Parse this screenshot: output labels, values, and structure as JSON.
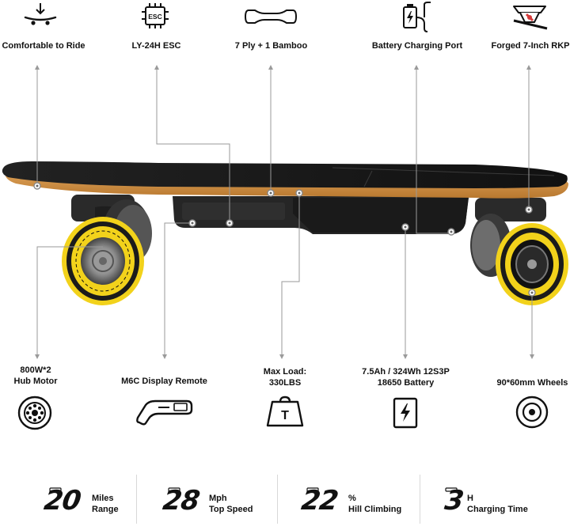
{
  "top_features": [
    {
      "label": "Comfortable to Ride",
      "icon": "skateboard-icon"
    },
    {
      "label": "LY-24H ESC",
      "icon": "esc-chip-icon",
      "icon_text": "ESC"
    },
    {
      "label": "7 Ply + 1 Bamboo",
      "icon": "deck-outline-icon"
    },
    {
      "label": "Battery Charging Port",
      "icon": "charging-port-icon"
    },
    {
      "label": "Forged 7-Inch RKP",
      "icon": "truck-icon"
    }
  ],
  "bottom_features": [
    {
      "label_line1": "800W*2",
      "label_line2": "Hub Motor",
      "icon": "hub-motor-icon"
    },
    {
      "label_line1": "M6C Display Remote",
      "label_line2": "",
      "icon": "remote-icon"
    },
    {
      "label_line1": "Max Load:",
      "label_line2": "330LBS",
      "icon": "weight-icon",
      "icon_text": "T"
    },
    {
      "label_line1": "7.5Ah / 324Wh 12S3P",
      "label_line2": "18650 Battery",
      "icon": "battery-icon"
    },
    {
      "label_line1": "90*60mm Wheels",
      "label_line2": "",
      "icon": "wheel-icon"
    }
  ],
  "stats": [
    {
      "value": "20",
      "unit": "Miles",
      "caption": "Range"
    },
    {
      "value": "28",
      "unit": "Mph",
      "caption": "Top Speed"
    },
    {
      "value": "22",
      "unit": "%",
      "caption": "Hill Climbing"
    },
    {
      "value": "3",
      "unit": "H",
      "caption": "Charging Time"
    }
  ],
  "colors": {
    "accent": "#f2d21b",
    "wood": "#c98a3e",
    "deck": "#1b1b1b",
    "line": "#9a9a9a"
  }
}
